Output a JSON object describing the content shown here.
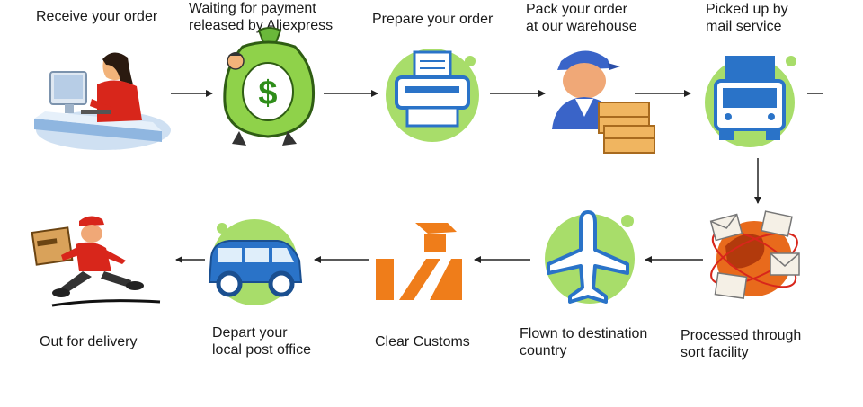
{
  "steps": [
    {
      "id": "receive",
      "label": "Receive your order",
      "icon": "customer-service-agent-icon"
    },
    {
      "id": "payment",
      "label": "Waiting for payment\nreleased by Aliexpress",
      "icon": "money-bag-icon"
    },
    {
      "id": "prepare",
      "label": "Prepare your order",
      "icon": "printer-icon"
    },
    {
      "id": "pack",
      "label": "Pack your order\nat our warehouse",
      "icon": "warehouse-worker-icon"
    },
    {
      "id": "pickup",
      "label": "Picked up by\nmail service",
      "icon": "truck-icon"
    },
    {
      "id": "sort",
      "label": "Processed through\nsort facility",
      "icon": "globe-mail-icon"
    },
    {
      "id": "flown",
      "label": "Flown to destination\ncountry",
      "icon": "airplane-icon"
    },
    {
      "id": "customs",
      "label": "Clear Customs",
      "icon": "customs-officer-icon"
    },
    {
      "id": "depart",
      "label": "Depart your\nlocal post office",
      "icon": "van-icon"
    },
    {
      "id": "delivery",
      "label": "Out for delivery",
      "icon": "delivery-man-icon"
    }
  ],
  "colors": {
    "green": "#a8dd6a",
    "blue": "#2a73c8",
    "orange": "#ef7d1a",
    "red": "#d8261b",
    "arrow": "#222222"
  }
}
